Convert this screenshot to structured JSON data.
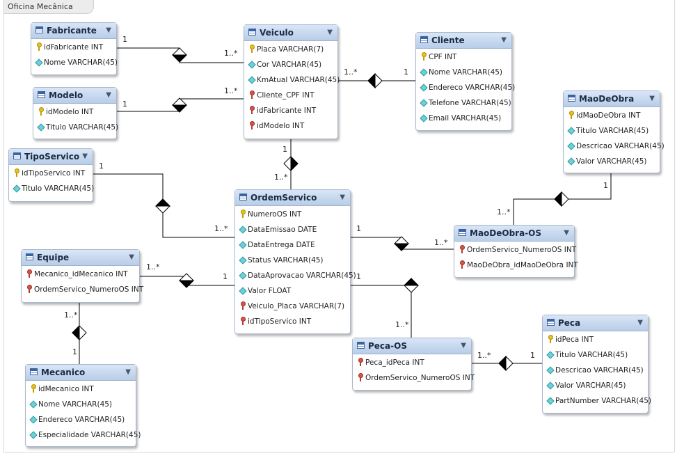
{
  "diagram_title": "Oficina Mecânica",
  "tables": {
    "fabricante": {
      "name": "Fabricante",
      "columns": [
        {
          "text": "idFabricante INT",
          "kind": "pk"
        },
        {
          "text": "Nome VARCHAR(45)",
          "kind": "col"
        }
      ]
    },
    "veiculo": {
      "name": "Veiculo",
      "columns": [
        {
          "text": "Placa VARCHAR(7)",
          "kind": "pk"
        },
        {
          "text": "Cor VARCHAR(45)",
          "kind": "col"
        },
        {
          "text": "KmAtual VARCHAR(45)",
          "kind": "col"
        },
        {
          "text": "Cliente_CPF INT",
          "kind": "fk"
        },
        {
          "text": "idFabricante INT",
          "kind": "fk"
        },
        {
          "text": "idModelo INT",
          "kind": "fk"
        }
      ]
    },
    "cliente": {
      "name": "Cliente",
      "columns": [
        {
          "text": "CPF INT",
          "kind": "pk"
        },
        {
          "text": "Nome VARCHAR(45)",
          "kind": "col"
        },
        {
          "text": "Endereco VARCHAR(45)",
          "kind": "col"
        },
        {
          "text": "Telefone VARCHAR(45)",
          "kind": "col"
        },
        {
          "text": "Email VARCHAR(45)",
          "kind": "col"
        }
      ]
    },
    "modelo": {
      "name": "Modelo",
      "columns": [
        {
          "text": "idModelo INT",
          "kind": "pk"
        },
        {
          "text": "Titulo VARCHAR(45)",
          "kind": "col"
        }
      ]
    },
    "maodeobra": {
      "name": "MaoDeObra",
      "columns": [
        {
          "text": "idMaoDeObra INT",
          "kind": "pk"
        },
        {
          "text": "Titulo VARCHAR(45)",
          "kind": "col"
        },
        {
          "text": "Descricao VARCHAR(45)",
          "kind": "col"
        },
        {
          "text": "Valor VARCHAR(45)",
          "kind": "col"
        }
      ]
    },
    "tiposervico": {
      "name": "TipoServico",
      "columns": [
        {
          "text": "idTipoServico INT",
          "kind": "pk"
        },
        {
          "text": "Titulo VARCHAR(45)",
          "kind": "col"
        }
      ]
    },
    "ordemservico": {
      "name": "OrdemServico",
      "columns": [
        {
          "text": "NumeroOS INT",
          "kind": "pk"
        },
        {
          "text": "DataEmissao DATE",
          "kind": "col"
        },
        {
          "text": "DataEntrega DATE",
          "kind": "col"
        },
        {
          "text": "Status VARCHAR(45)",
          "kind": "col"
        },
        {
          "text": "DataAprovacao VARCHAR(45)",
          "kind": "col"
        },
        {
          "text": "Valor FLOAT",
          "kind": "col"
        },
        {
          "text": "Veiculo_Placa VARCHAR(7)",
          "kind": "fk"
        },
        {
          "text": "idTipoServico INT",
          "kind": "fk"
        }
      ]
    },
    "maodeobraos": {
      "name": "MaoDeObra-OS",
      "columns": [
        {
          "text": "OrdemServico_NumeroOS INT",
          "kind": "fk"
        },
        {
          "text": "MaoDeObra_idMaoDeObra INT",
          "kind": "fk"
        }
      ]
    },
    "equipe": {
      "name": "Equipe",
      "columns": [
        {
          "text": "Mecanico_idMecanico INT",
          "kind": "fk"
        },
        {
          "text": "OrdemServico_NumeroOS INT",
          "kind": "fk"
        }
      ]
    },
    "pecaos": {
      "name": "Peca-OS",
      "columns": [
        {
          "text": "Peca_idPeca INT",
          "kind": "fk"
        },
        {
          "text": "OrdemServico_NumeroOS INT",
          "kind": "fk"
        }
      ]
    },
    "peca": {
      "name": "Peca",
      "columns": [
        {
          "text": "idPeca INT",
          "kind": "pk"
        },
        {
          "text": "Titulo VARCHAR(45)",
          "kind": "col"
        },
        {
          "text": "Descricao VARCHAR(45)",
          "kind": "col"
        },
        {
          "text": "Valor VARCHAR(45)",
          "kind": "col"
        },
        {
          "text": "PartNumber VARCHAR(45)",
          "kind": "col"
        }
      ]
    },
    "mecanico": {
      "name": "Mecanico",
      "columns": [
        {
          "text": "idMecanico INT",
          "kind": "pk"
        },
        {
          "text": "Nome VARCHAR(45)",
          "kind": "col"
        },
        {
          "text": "Endereco VARCHAR(45)",
          "kind": "col"
        },
        {
          "text": "Especialidade VARCHAR(45)",
          "kind": "col"
        }
      ]
    }
  },
  "cardinality": {
    "one": "1",
    "many": "1..*"
  }
}
